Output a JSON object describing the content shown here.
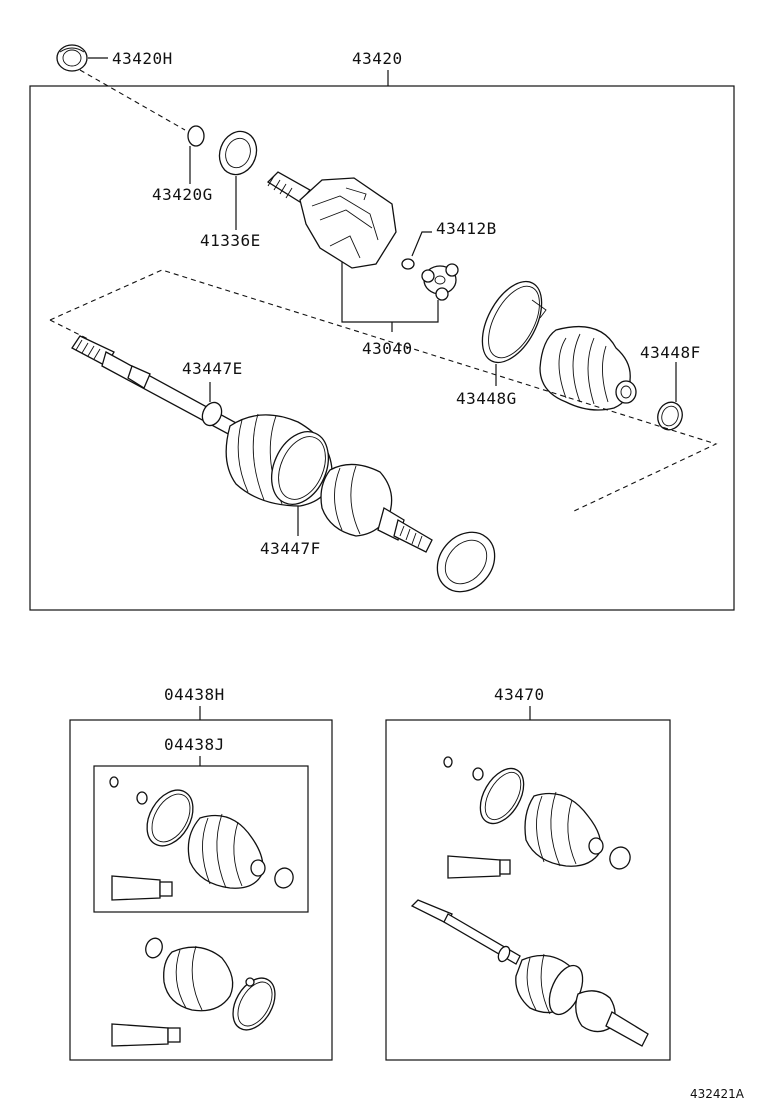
{
  "labels": {
    "p43420H": "43420H",
    "p43420": "43420",
    "p43420G": "43420G",
    "p41336E": "41336E",
    "p43412B": "43412B",
    "p43040": "43040",
    "p43447E": "43447E",
    "p43448F": "43448F",
    "p43448G": "43448G",
    "p43447F": "43447F",
    "p04438H": "04438H",
    "p04438J": "04438J",
    "p43470": "43470"
  },
  "figure_code": "432421A"
}
